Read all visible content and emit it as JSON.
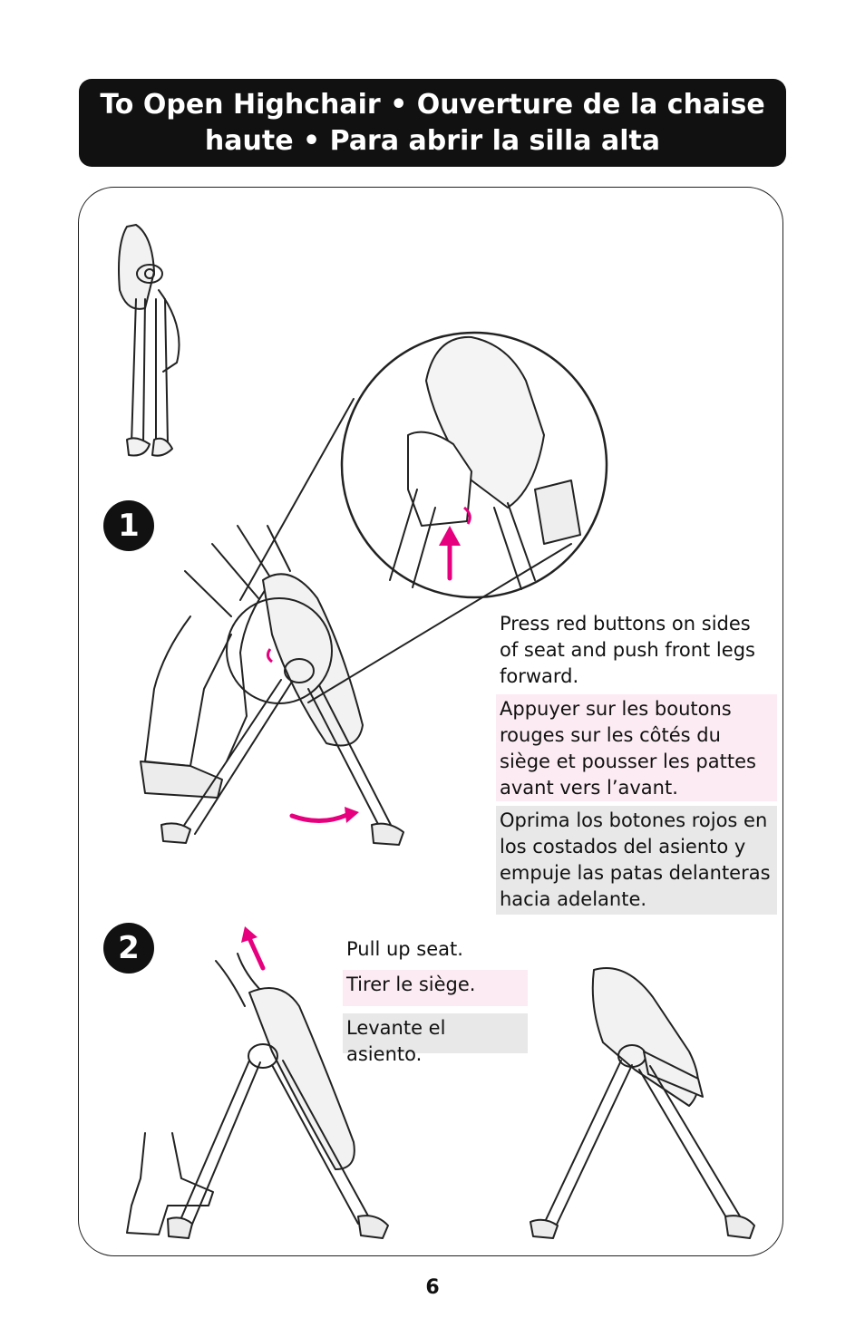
{
  "header": {
    "title": "To Open Highchair • Ouverture de la chaise haute  • Para abrir la silla alta"
  },
  "steps": [
    {
      "number": "1",
      "en": "Press red buttons on sides of seat and push front legs forward.",
      "fr": "Appuyer sur les boutons rouges sur les côtés du siège et pousser les pattes avant vers l’avant.",
      "es": "Oprima los botones rojos en los costados del asiento y empuje las patas delanteras hacia adelante."
    },
    {
      "number": "2",
      "en": "Pull up seat.",
      "fr": "Tirer le siège.",
      "es": "Levante el asiento."
    }
  ],
  "page": {
    "number": "6"
  },
  "colors": {
    "accent": "#e6007e",
    "title_bg": "#111111",
    "fr_bg": "#fcebf3",
    "es_bg": "#e8e8e8"
  }
}
